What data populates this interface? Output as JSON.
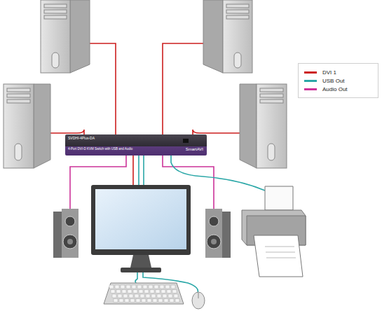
{
  "diagram": {
    "nodes": [
      {
        "text": [
          "SVDHI-4Plus-DA",
          "4-Port DVI-D KVM Switch with USB and Audio",
          "SmartAVI"
        ]
      }
    ],
    "legend": [
      {
        "text": "DVI 1",
        "color": "#cc1f1f"
      },
      {
        "text": "USB Out",
        "color": "#2aa7a7"
      },
      {
        "text": "Audio Out",
        "color": "#cc3399"
      }
    ]
  }
}
